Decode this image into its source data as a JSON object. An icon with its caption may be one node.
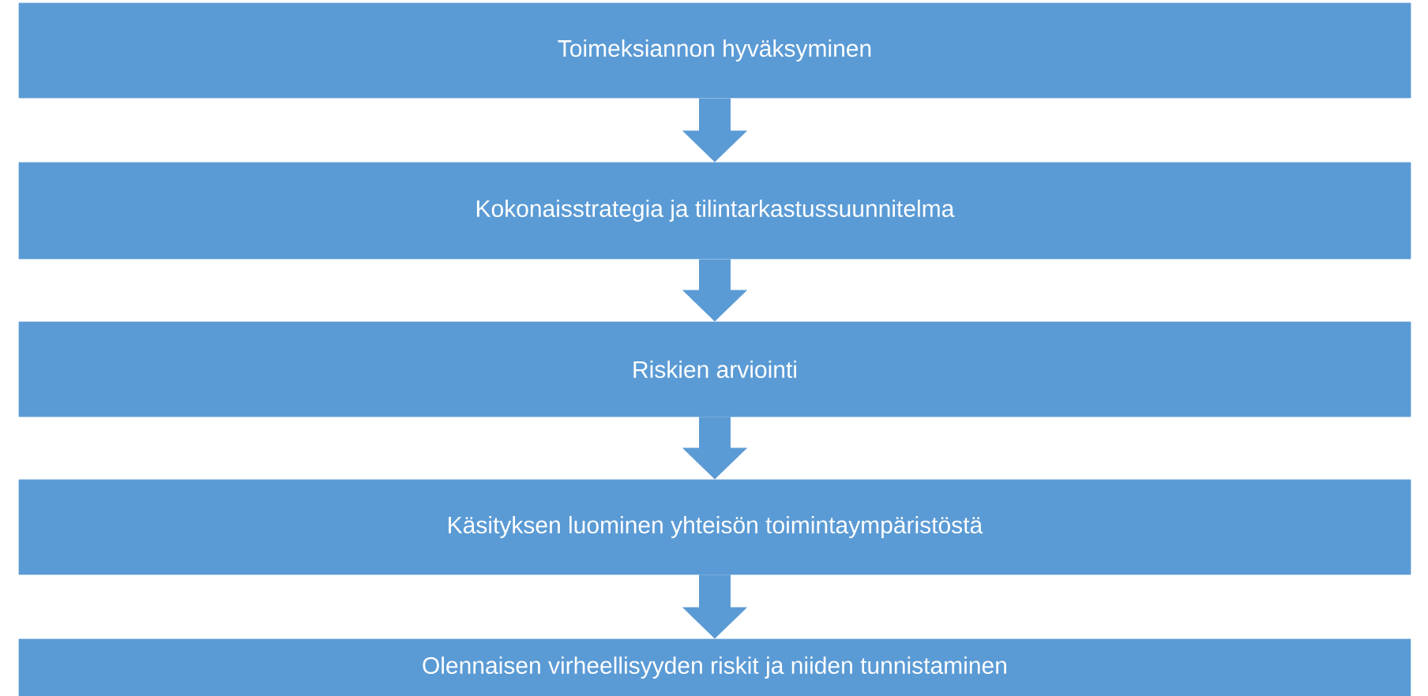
{
  "diagram": {
    "nodes": [
      {
        "text": [
          "Toimeksiannon hyväksyminen"
        ]
      },
      {
        "text": [
          "Kokonaisstrategia ja tilintarkastussuunnitelma"
        ]
      },
      {
        "text": [
          "Riskien arviointi"
        ]
      },
      {
        "text": [
          "Käsityksen luominen yhteisön toimintaympäristöstä"
        ]
      },
      {
        "text": [
          "Olennaisen virheellisyyden riskit ja niiden tunnistaminen"
        ]
      }
    ],
    "edges": [
      {
        "from": 0,
        "to": 1,
        "arrow": "to"
      },
      {
        "from": 1,
        "to": 2,
        "arrow": "to"
      },
      {
        "from": 2,
        "to": 3,
        "arrow": "to"
      },
      {
        "from": 3,
        "to": 4,
        "arrow": "to"
      }
    ]
  }
}
